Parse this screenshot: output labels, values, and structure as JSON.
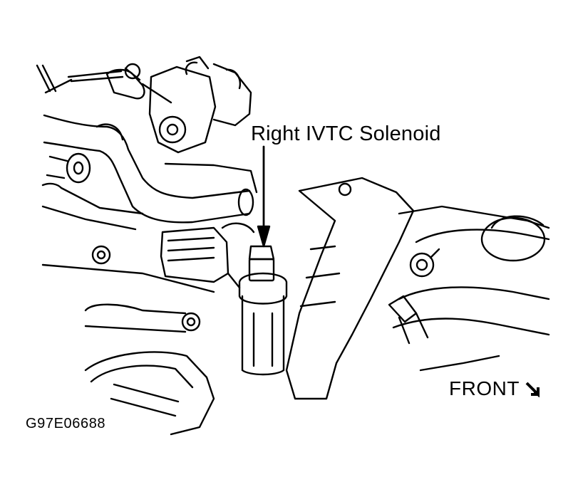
{
  "diagram": {
    "callout_label": "Right IVTC Solenoid",
    "orientation_label": "FRONT",
    "orientation_icon": "front-arrow-icon",
    "figure_code": "G97E06688"
  },
  "colors": {
    "ink": "#000000",
    "background": "#ffffff"
  }
}
